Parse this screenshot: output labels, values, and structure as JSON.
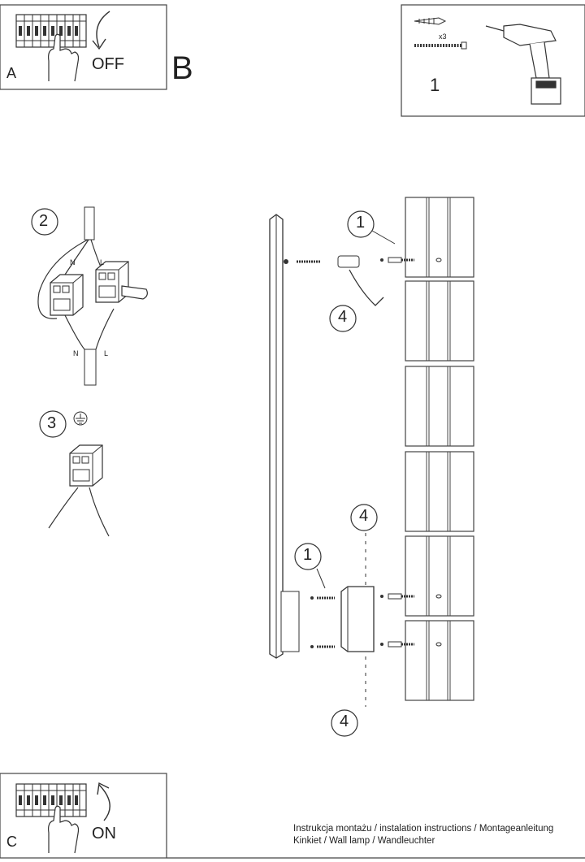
{
  "step_a": {
    "letter": "A",
    "action": "OFF"
  },
  "step_b": {
    "letter": "B"
  },
  "step_c": {
    "letter": "C",
    "action": "ON"
  },
  "tools": {
    "quantity": "x3",
    "step": "1"
  },
  "wiring": {
    "step": "2",
    "neutral_top": "N",
    "live_top": "L",
    "neutral_bottom": "N",
    "live_bottom": "L"
  },
  "ground": {
    "step": "3"
  },
  "assembly": {
    "callout_top_1": "1",
    "callout_top_4": "4",
    "callout_bottom_4a": "4",
    "callout_bottom_1": "1",
    "callout_bottom_4b": "4"
  },
  "footer": {
    "line1": "Instrukcja montażu / instalation instructions / Montageanleitung",
    "line2": "Kinkiet / Wall lamp / Wandleuchter"
  }
}
